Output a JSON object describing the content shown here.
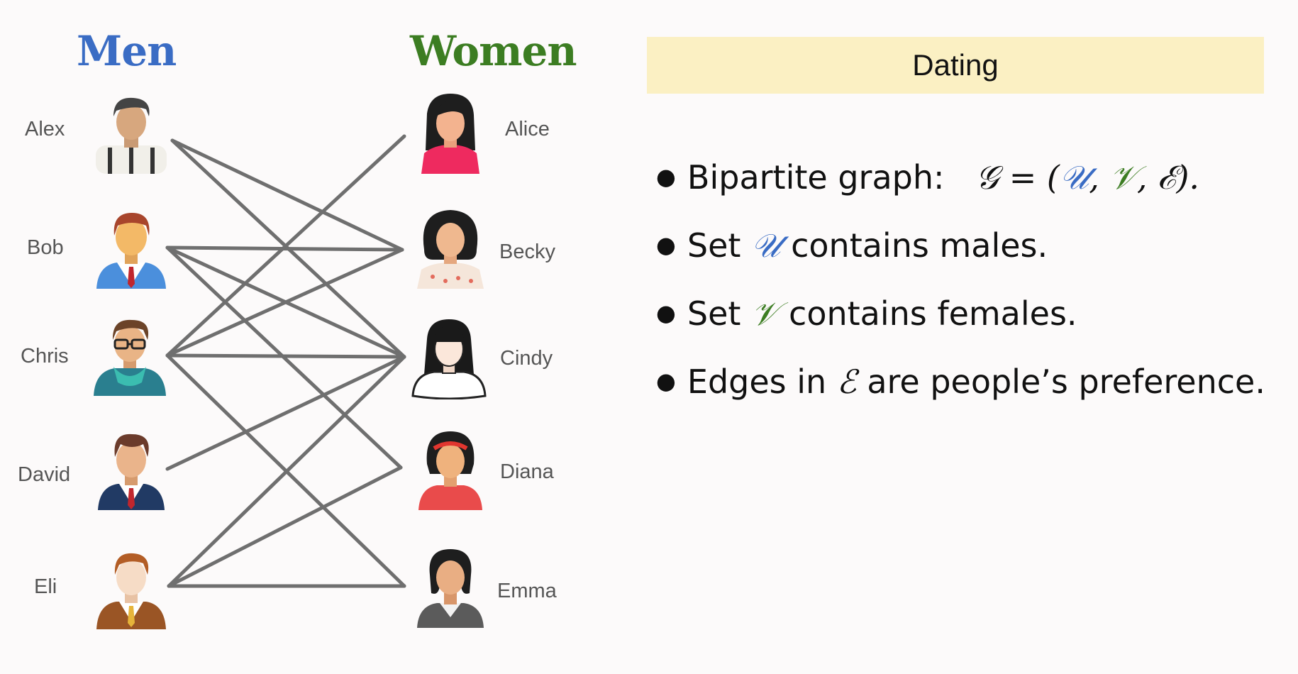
{
  "men_title": "Men",
  "women_title": "Women",
  "colors": {
    "men": "#3a6cc4",
    "women": "#3c7d22",
    "edge": "#6f6f6f",
    "banner": "#fbf0c3"
  },
  "men": [
    "Alex",
    "Bob",
    "Chris",
    "David",
    "Eli"
  ],
  "women": [
    "Alice",
    "Becky",
    "Cindy",
    "Diana",
    "Emma"
  ],
  "edges": [
    [
      "Alex",
      "Becky"
    ],
    [
      "Alex",
      "Cindy"
    ],
    [
      "Bob",
      "Becky"
    ],
    [
      "Bob",
      "Cindy"
    ],
    [
      "Bob",
      "Diana"
    ],
    [
      "Chris",
      "Alice"
    ],
    [
      "Chris",
      "Becky"
    ],
    [
      "Chris",
      "Cindy"
    ],
    [
      "Chris",
      "Emma"
    ],
    [
      "David",
      "Cindy"
    ],
    [
      "Eli",
      "Cindy"
    ],
    [
      "Eli",
      "Diana"
    ],
    [
      "Eli",
      "Emma"
    ]
  ],
  "banner_title": "Dating",
  "bullets": {
    "b1_text": "Bipartite graph:",
    "b1_math": "𝒢 = (",
    "b1_u": "𝒰",
    "b1_sep1": ", ",
    "b1_v": "𝒱",
    "b1_sep2": ", ",
    "b1_e": "ℰ",
    "b1_end": ").",
    "b2_pre": "Set ",
    "b2_u": "𝒰",
    "b2_post": " contains males.",
    "b3_pre": "Set ",
    "b3_v": "𝒱",
    "b3_post": " contains females.",
    "b4_pre": "Edges in ",
    "b4_e": "ℰ",
    "b4_post": " are people’s preference."
  }
}
